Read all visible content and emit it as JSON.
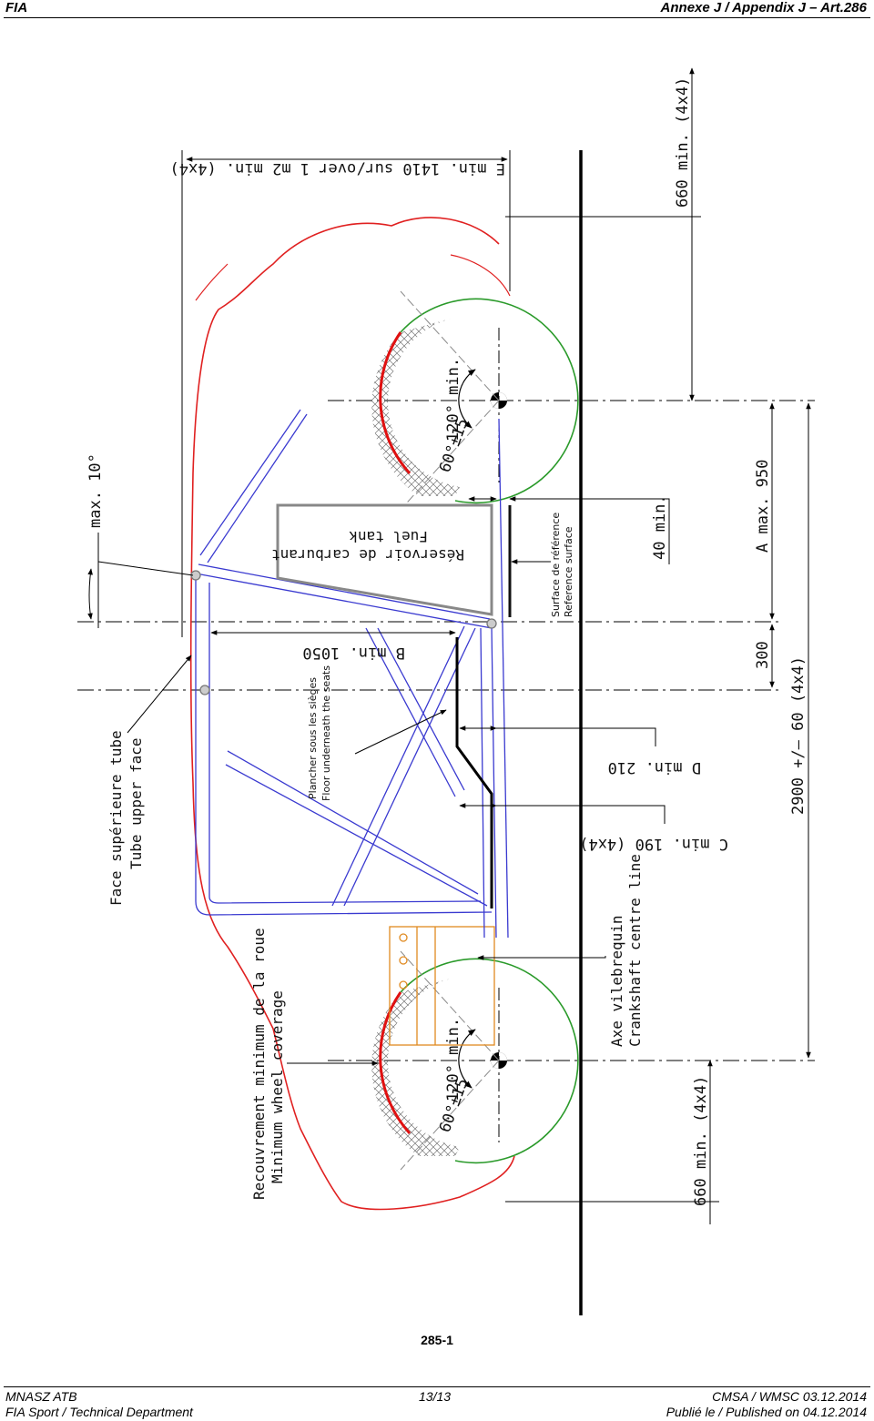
{
  "header": {
    "left": "FIA",
    "right": "Annexe J / Appendix J – Art.286"
  },
  "figure": {
    "label": "285-1"
  },
  "footer": {
    "left1": "MNASZ ATB",
    "center1": "13/13",
    "right1": "CMSA / WMSC 03.12.2014",
    "left2": "FIA Sport / Technical Department",
    "right2": "Publié le / Published on 04.12.2014"
  },
  "drawing": {
    "dims": {
      "e_min": "E min. 1410 sur/over 1 m2 min. (4x4)",
      "b_min": "B min. 1050",
      "d_min": "D min. 210",
      "c_min": "C min. 190 (4x4)",
      "min660_top": "660 min. (4x4)",
      "min660_bottom": "660 min. (4x4)",
      "min40": "40 min.",
      "a_max": "A max. 950",
      "d300": "300",
      "wheelbase": "2900 +/– 60 (4x4)",
      "max10": "max. 10°"
    },
    "labels": {
      "tube_fr": "Face supérieure tube",
      "tube_en": "Tube upper face",
      "cover_fr": "Recouvrement minimum de la roue",
      "cover_en": "Minimum wheel coverage",
      "floor_fr": "Plancher sous les sièges",
      "floor_en": "Floor underneath the seats",
      "tank_fr": "Réservoir de carburant",
      "tank_en": "Fuel tank",
      "ref_fr": "Surface de référence",
      "ref_en": "Reference surface",
      "crank_fr": "Axe vilebrequin",
      "crank_en": "Crankshaft centre line",
      "angle120": "120° min.",
      "angle60": "60°±15"
    },
    "colors": {
      "body": "#e02020",
      "cage": "#3a3ad0",
      "wheel": "#2a9a2a",
      "engine": "#e08a20",
      "hatch_edge": "#e01010"
    }
  }
}
